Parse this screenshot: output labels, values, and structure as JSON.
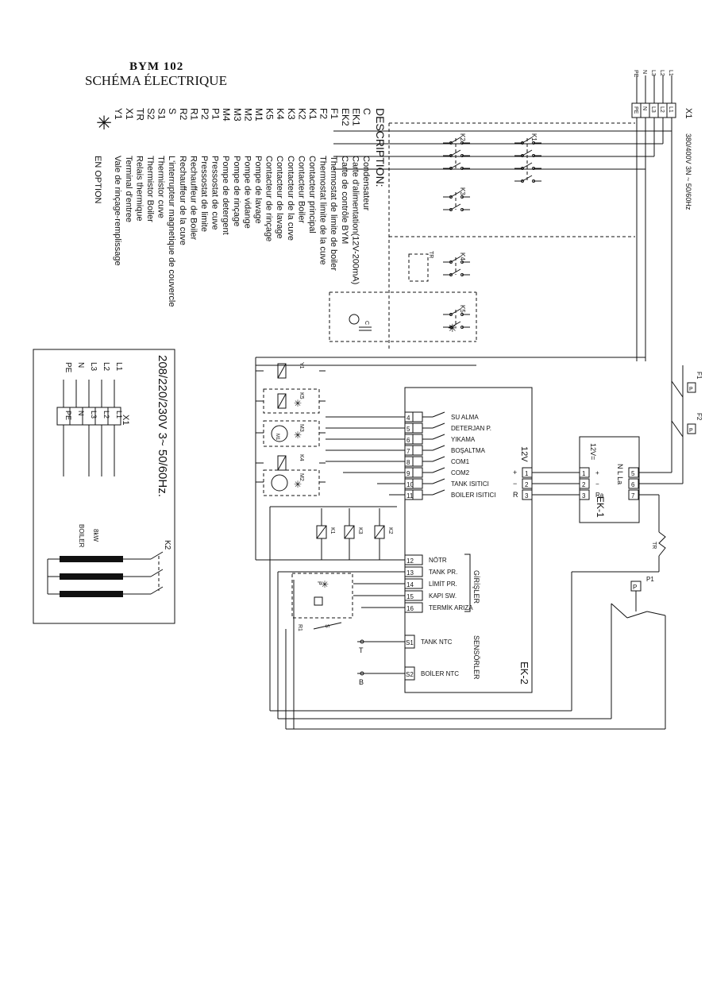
{
  "header": {
    "model": "BYM 102",
    "title": "SCHÉMA ÉLECTRIQUE"
  },
  "legend": {
    "heading": "DESCRIPTION:",
    "items": [
      {
        "code": "C",
        "desc": "Condensateur"
      },
      {
        "code": "EK1",
        "desc": "Carte d'alimentation(12V-200mA)"
      },
      {
        "code": "EK2",
        "desc": "Carte de contrôle BYM"
      },
      {
        "code": "F1",
        "desc": "Thermostat de limite de boiler"
      },
      {
        "code": "F2",
        "desc": "Thermostat limite de la cuve"
      },
      {
        "code": "K1",
        "desc": "Contacteur principal"
      },
      {
        "code": "K2",
        "desc": "Contacteur Boiler"
      },
      {
        "code": "K3",
        "desc": "Contacteur de la cuve"
      },
      {
        "code": "K4",
        "desc": "Contacteur de lavage"
      },
      {
        "code": "K5",
        "desc": "Contacteur de rinçage"
      },
      {
        "code": "M1",
        "desc": "Pompe de lavage"
      },
      {
        "code": "M2",
        "desc": "Pompe de vidange"
      },
      {
        "code": "M3",
        "desc": "Pompe de rinçage"
      },
      {
        "code": "M4",
        "desc": "Pompe de detergent"
      },
      {
        "code": "P1",
        "desc": "Pressostat de cuve"
      },
      {
        "code": "P2",
        "desc": "Pressostat de limite"
      },
      {
        "code": "R1",
        "desc": "Rechauffeur de Boiler"
      },
      {
        "code": "R2",
        "desc": "Rechauffeur de la cuve"
      },
      {
        "code": "S",
        "desc": "L'interrupteur magnetique de couvercle"
      },
      {
        "code": "S1",
        "desc": "Thermistor cuve"
      },
      {
        "code": "S2",
        "desc": "Thermistor Boiler"
      },
      {
        "code": "TR",
        "desc": "Relais thermique"
      },
      {
        "code": "X1",
        "desc": "Terminal d'entree"
      },
      {
        "code": "Y1",
        "desc": "Vale de rinçage-remplissage"
      }
    ],
    "option_symbol": "✳",
    "option_text": "EN OPTION"
  },
  "supply": {
    "voltage": "380/400V 3N ~ 50/60Hz",
    "terminal": "X1",
    "lines": [
      "L1",
      "L2",
      "L3",
      "N",
      "PE"
    ]
  },
  "inset": {
    "voltage": "208/220/230V 3~ 50/60Hz.",
    "terminal": "X1",
    "lines": [
      "L1",
      "L2",
      "L3",
      "N",
      "PE"
    ],
    "contactor": "K2",
    "heater": "8kW",
    "heater_name": "BOILER"
  },
  "ek2": {
    "name": "EK-2",
    "supply_label": "12V",
    "outputs": [
      {
        "pin": "4",
        "label": "SU ALMA"
      },
      {
        "pin": "5",
        "label": "DETERJAN P."
      },
      {
        "pin": "6",
        "label": "YIKAMA"
      },
      {
        "pin": "7",
        "label": "BOŞALTMA"
      },
      {
        "pin": "8",
        "label": "COM1"
      },
      {
        "pin": "9",
        "label": "COM2"
      },
      {
        "pin": "10",
        "label": "TANK ISITICI"
      },
      {
        "pin": "11",
        "label": "BOILER ISITICI"
      }
    ],
    "power_pins": [
      {
        "pin": "1",
        "label": "+"
      },
      {
        "pin": "2",
        "label": "−"
      },
      {
        "pin": "3",
        "label": "R"
      }
    ],
    "inputs_group": "GİRİŞLER",
    "inputs": [
      {
        "pin": "12",
        "label": "NÖTR"
      },
      {
        "pin": "13",
        "label": "TANK PR."
      },
      {
        "pin": "14",
        "label": "LİMİT PR."
      },
      {
        "pin": "15",
        "label": "KAPI SW."
      },
      {
        "pin": "16",
        "label": "TERMİK ARIZA"
      }
    ],
    "sensors_group": "SENSÖRLER",
    "sensors": [
      {
        "pin": "S1",
        "label": "TANK NTC",
        "probe": "T"
      },
      {
        "pin": "S2",
        "label": "BOİLER NTC",
        "probe": "B"
      }
    ]
  },
  "ek1": {
    "name": "EK-1",
    "out_label": "12V=",
    "out_pins": [
      {
        "pin": "1",
        "label": "+"
      },
      {
        "pin": "2",
        "label": "−"
      },
      {
        "pin": "3",
        "label": "Ra"
      }
    ],
    "in_label": "N L La",
    "in_pins": [
      "5",
      "6",
      "7"
    ]
  },
  "components": {
    "K1": "K1",
    "K2": "K2",
    "K3": "K3",
    "K4": "K4",
    "K5": "K5",
    "TR": "TR",
    "F1": "F1",
    "F2": "F2",
    "P1": "P1",
    "P": "P",
    "Y1": "Y1",
    "M1": "M1",
    "M2": "M2",
    "M3": "M3",
    "M4": "M4",
    "R1": "R1",
    "R2": "R2",
    "S": "S",
    "C": "C"
  }
}
